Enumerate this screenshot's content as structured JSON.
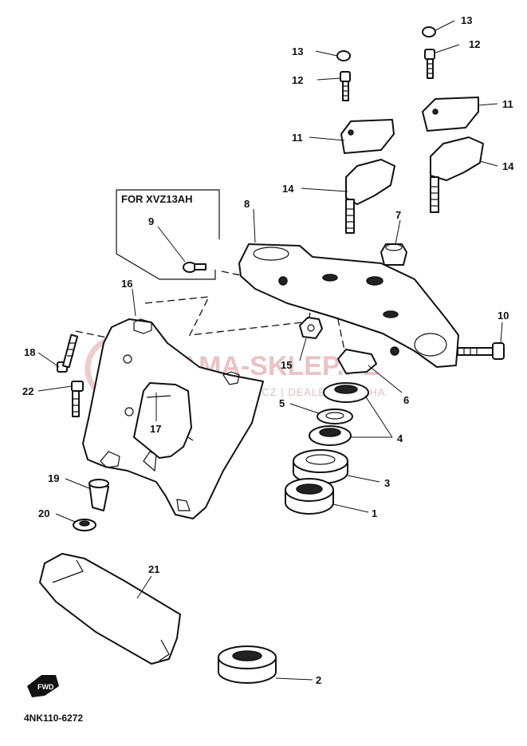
{
  "diagram": {
    "box_label": "FOR XVZ13AH",
    "drawing_code": "4NK110-6272",
    "fwd_label": "FWD",
    "watermark": {
      "main": "YAMA-SKLEP.PL",
      "sub": "WOJCIECHOWICZ | DEALER YAMAHA"
    },
    "callouts": [
      {
        "id": "c13a",
        "text": "13"
      },
      {
        "id": "c13b",
        "text": "13"
      },
      {
        "id": "c12a",
        "text": "12"
      },
      {
        "id": "c12b",
        "text": "12"
      },
      {
        "id": "c11a",
        "text": "11"
      },
      {
        "id": "c11b",
        "text": "11"
      },
      {
        "id": "c14a",
        "text": "14"
      },
      {
        "id": "c14b",
        "text": "14"
      },
      {
        "id": "c8",
        "text": "8"
      },
      {
        "id": "c7",
        "text": "7"
      },
      {
        "id": "c9",
        "text": "9"
      },
      {
        "id": "c16",
        "text": "16"
      },
      {
        "id": "c10",
        "text": "10"
      },
      {
        "id": "c18",
        "text": "18"
      },
      {
        "id": "c15",
        "text": "15"
      },
      {
        "id": "c22",
        "text": "22"
      },
      {
        "id": "c6",
        "text": "6"
      },
      {
        "id": "c5",
        "text": "5"
      },
      {
        "id": "c4",
        "text": "4"
      },
      {
        "id": "c17",
        "text": "17"
      },
      {
        "id": "c3",
        "text": "3"
      },
      {
        "id": "c19",
        "text": "19"
      },
      {
        "id": "c1",
        "text": "1"
      },
      {
        "id": "c20",
        "text": "20"
      },
      {
        "id": "c21",
        "text": "21"
      },
      {
        "id": "c2",
        "text": "2"
      }
    ]
  }
}
